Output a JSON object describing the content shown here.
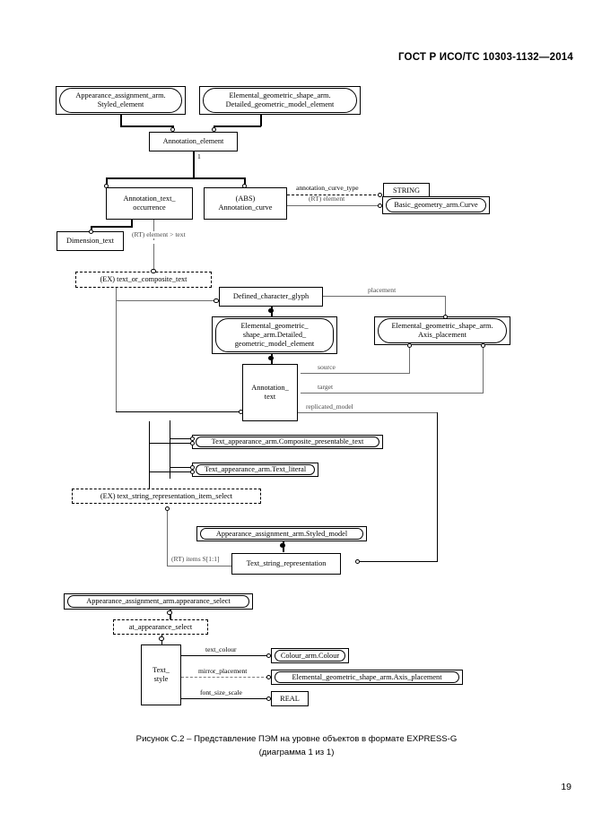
{
  "document": {
    "header": "ГОСТ Р ИСО/ТС 10303-1132—2014",
    "page_number": "19",
    "caption_line1": "Рисунок  С.2 – Представление ПЭМ на уровне объектов в формате EXPRESS-G",
    "caption_line2": "(диаграмма 1 из 1)"
  },
  "diagram": {
    "type": "EXPRESS-G entity-level diagram",
    "entities": {
      "appearance_assignment_styled_element_l1": "Appearance_assignment_arm.",
      "appearance_assignment_styled_element_l2": "Styled_element",
      "elemental_geometric_shape_l1": "Elemental_geometric_shape_arm.",
      "elemental_geometric_shape_l2": "Detailed_geometric_model_element",
      "annotation_element": "Annotation_element",
      "annotation_text_occurrence_l1": "Annotation_text_",
      "annotation_text_occurrence_l2": "occurrence",
      "annotation_curve_l1": "(ABS)",
      "annotation_curve_l2": "Annotation_curve",
      "dimension_text": "Dimension_text",
      "string_type": "STRING",
      "basic_geometry_curve": "Basic_geometry_arm.Curve",
      "text_or_composite_text_select": "(EX) text_or_composite_text",
      "defined_character_glyph": "Defined_character_glyph",
      "egsa_detailed_model_l1": "Elemental_geometric_",
      "egsa_detailed_model_l2": "shape_arm.Detailed_",
      "egsa_detailed_model_l3": "geometric_model_element",
      "egsa_axis_placement_l1": "Elemental_geometric_shape_arm.",
      "egsa_axis_placement_l2": "Axis_placement",
      "annotation_text_l1": "Annotation_",
      "annotation_text_l2": "text",
      "composite_presentable_text": "Text_appearance_arm.Composite_presentable_text",
      "text_literal": "Text_appearance_arm.Text_literal",
      "text_string_representation_item_select": "(EX) text_string_representation_item_select",
      "styled_model": "Appearance_assignment_arm.Styled_model",
      "text_string_representation": "Text_string_representation",
      "appearance_select": "Appearance_assignment_arm.appearance_select",
      "at_appearance_select": "at_appearance_select",
      "text_style_l1": "Text_",
      "text_style_l2": "style",
      "colour": "Colour_arm.Colour",
      "axis_placement_bottom": "Elemental_geometric_shape_arm.Axis_placement",
      "real_type": "REAL"
    },
    "relationship_labels": {
      "cardinality_one": "1",
      "annotation_curve_type": "annotation_curve_type",
      "rt_element": "(RT) element",
      "rt_element_text": "(RT) element > text",
      "placement": "placement",
      "source": "source",
      "target": "target",
      "replicated_model": "replicated_model",
      "rt_items": "(RT) items S[1:1]",
      "text_colour": "text_colour",
      "mirror_placement": "mirror_placement",
      "font_size_scale": "font_size_scale"
    }
  }
}
